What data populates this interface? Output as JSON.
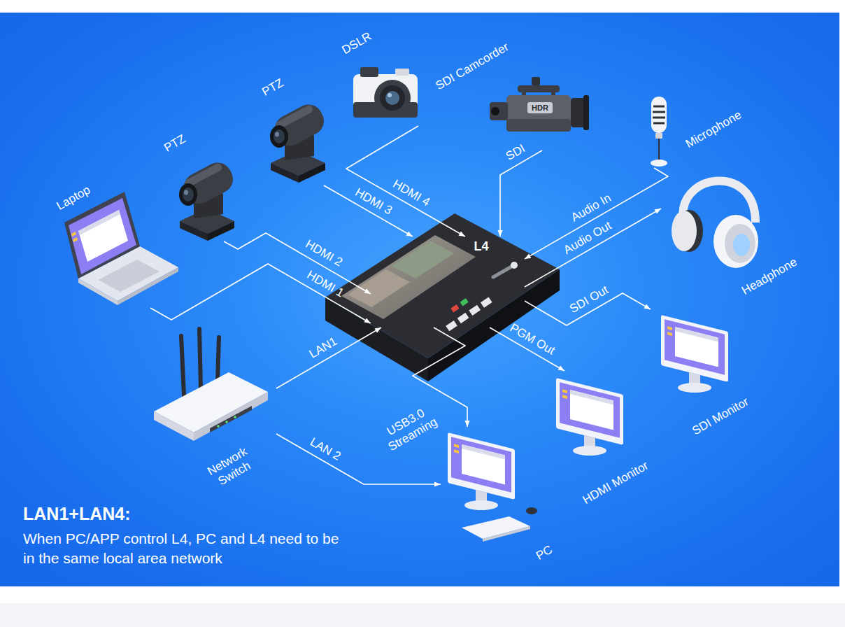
{
  "diagram": {
    "nodes": [
      {
        "text": [
          "DSLR"
        ]
      },
      {
        "text": [
          "SDI Camcorder"
        ]
      },
      {
        "text": [
          "PTZ"
        ]
      },
      {
        "text": [
          "Microphone"
        ]
      },
      {
        "text": [
          "PTZ"
        ]
      },
      {
        "text": [
          "Laptop"
        ]
      },
      {
        "text": [
          "Headphone"
        ]
      },
      {
        "text": [
          "L4"
        ]
      },
      {
        "text": [
          "SDI Monitor"
        ]
      },
      {
        "text": [
          "Network Switch"
        ]
      },
      {
        "text": [
          "HDMI Monitor"
        ]
      },
      {
        "text": [
          "PC"
        ]
      }
    ],
    "edges": [
      {
        "from": 5,
        "to": 7,
        "label": "HDMI 1",
        "arrow": "to"
      },
      {
        "from": 4,
        "to": 7,
        "label": "HDMI 2",
        "arrow": "to"
      },
      {
        "from": 2,
        "to": 7,
        "label": "HDMI 3",
        "arrow": "to"
      },
      {
        "from": 0,
        "to": 7,
        "label": "HDMI 4",
        "arrow": "to"
      },
      {
        "from": 1,
        "to": 7,
        "label": "SDI",
        "arrow": "to"
      },
      {
        "from": 3,
        "to": 7,
        "label": "Audio In",
        "arrow": "to"
      },
      {
        "from": 7,
        "to": 6,
        "label": "Audio Out",
        "arrow": "to"
      },
      {
        "from": 7,
        "to": 8,
        "label": "SDI Out",
        "arrow": "to"
      },
      {
        "from": 7,
        "to": 10,
        "label": "PGM Out",
        "arrow": "to"
      },
      {
        "from": 7,
        "to": 11,
        "label": "USB3.0 Streaming",
        "arrow": "to"
      },
      {
        "from": 9,
        "to": 7,
        "label": "LAN1",
        "arrow": "to"
      },
      {
        "from": 9,
        "to": 11,
        "label": "LAN 2",
        "arrow": "to"
      }
    ],
    "labels": [
      "HDR",
      "LAN1+LAN4:",
      "When PC/APP control L4, PC and L4 need to be in the same local area network"
    ]
  }
}
